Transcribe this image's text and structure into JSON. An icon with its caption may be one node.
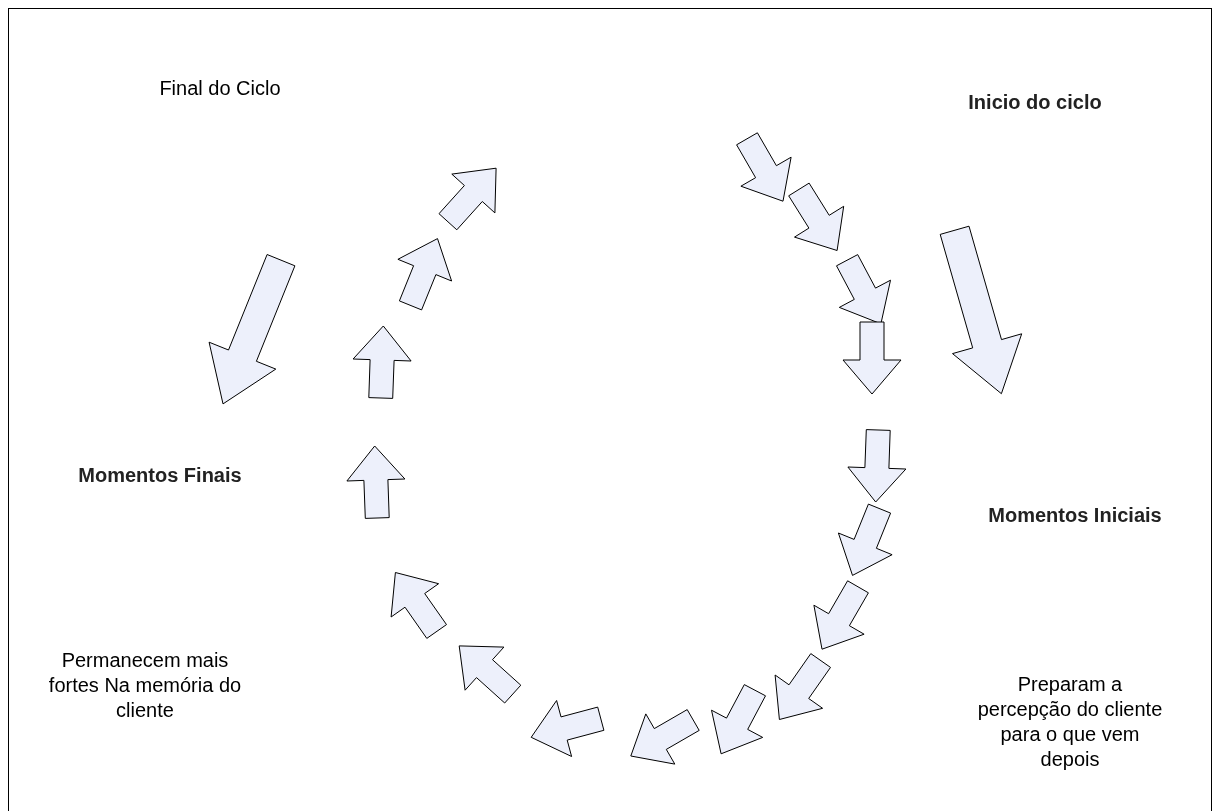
{
  "diagram": {
    "labels": [
      "Final do Ciclo",
      "Inicio do ciclo",
      "Momentos Finais",
      "Momentos Iniciais",
      "Permanecem mais fortes Na memória do cliente",
      "Preparam a percepção do cliente para o que vem depois"
    ]
  }
}
